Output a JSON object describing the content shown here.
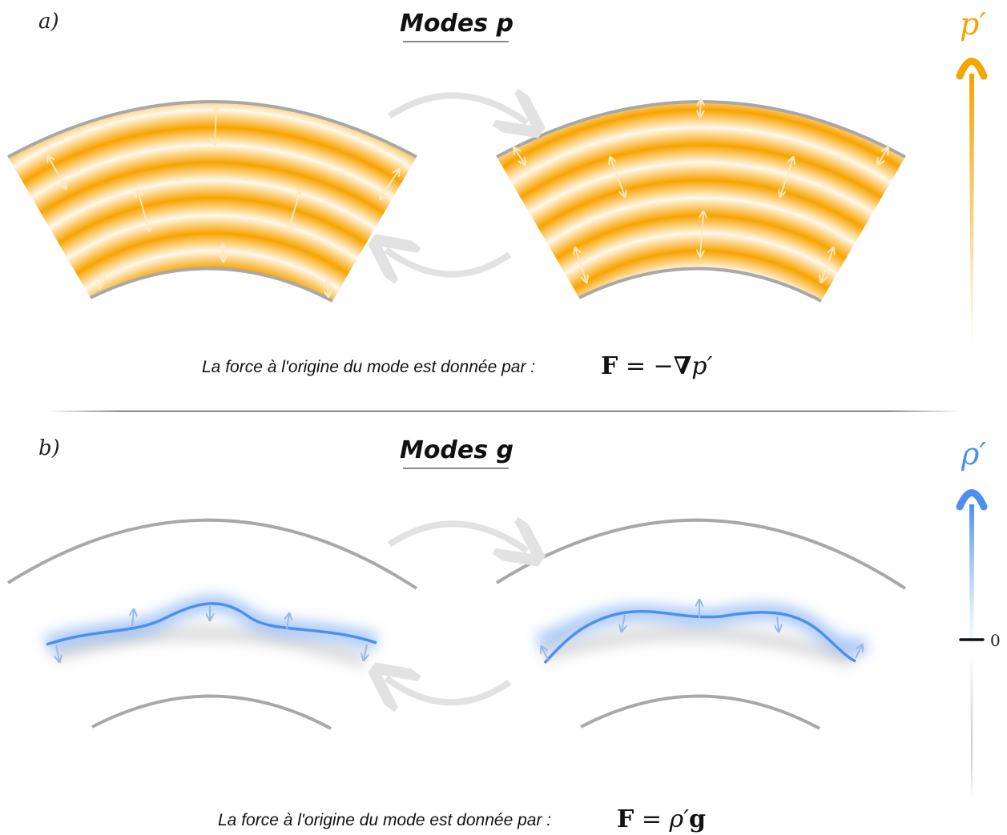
{
  "panel_a": {
    "label": "a)",
    "title": "Modes p",
    "caption": "La force à l'origine du mode est donnée par :",
    "formula": {
      "F": "F",
      "eq": " = −",
      "nabla": "∇",
      "var": "p′"
    },
    "scale_label": "p′",
    "color": "#f5a400"
  },
  "panel_b": {
    "label": "b)",
    "title": "Modes g",
    "caption": "La force à l'origine du mode est donnée par :",
    "formula": {
      "F": "F",
      "eq": " = ",
      "var": "ρ′",
      "g": "g"
    },
    "scale_label": "ρ′",
    "zero_label": "0",
    "color": "#4d8ff0"
  },
  "icons": [
    "cycle-arrow-icon",
    "scale-arrow-icon"
  ]
}
